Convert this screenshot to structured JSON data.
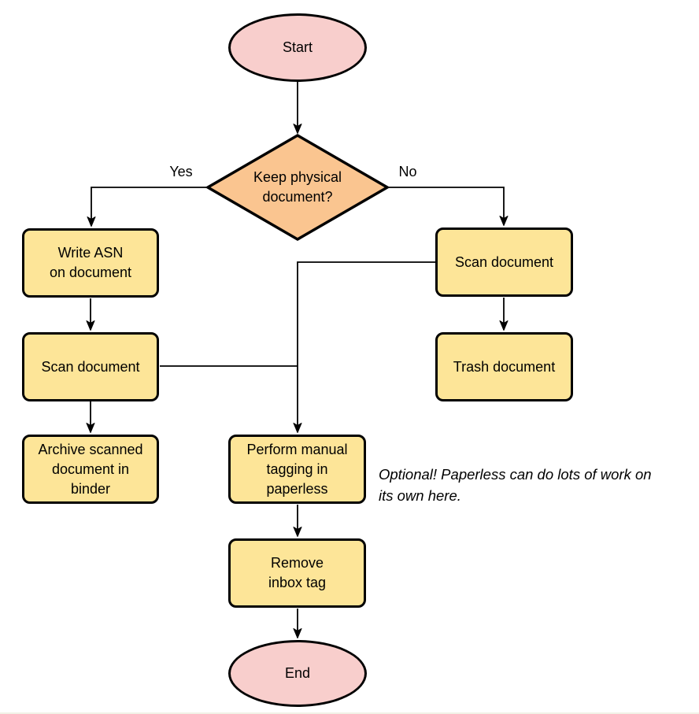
{
  "diagram_type": "flowchart",
  "nodes": {
    "start": {
      "type": "terminator",
      "label": "Start"
    },
    "decision": {
      "type": "decision",
      "label": "Keep physical\ndocument?"
    },
    "write_asn": {
      "type": "process",
      "label": "Write ASN\non document"
    },
    "scan_left": {
      "type": "process",
      "label": "Scan document"
    },
    "archive": {
      "type": "process",
      "label": "Archive scanned\ndocument in\nbinder"
    },
    "scan_right": {
      "type": "process",
      "label": "Scan document"
    },
    "trash": {
      "type": "process",
      "label": "Trash document"
    },
    "tagging": {
      "type": "process",
      "label": "Perform manual\ntagging in\npaperless"
    },
    "remove_inbox": {
      "type": "process",
      "label": "Remove\ninbox tag"
    },
    "end": {
      "type": "terminator",
      "label": "End"
    }
  },
  "edge_labels": {
    "yes": "Yes",
    "no": "No"
  },
  "note": "Optional! Paperless can do lots of work on\nits own here.",
  "edges": [
    {
      "from": "start",
      "to": "decision"
    },
    {
      "from": "decision",
      "to": "write_asn",
      "label": "Yes"
    },
    {
      "from": "decision",
      "to": "scan_right",
      "label": "No"
    },
    {
      "from": "write_asn",
      "to": "scan_left"
    },
    {
      "from": "scan_left",
      "to": "archive"
    },
    {
      "from": "scan_right",
      "to": "trash"
    },
    {
      "from": "scan_right",
      "to": "tagging"
    },
    {
      "from": "scan_left",
      "to": "tagging"
    },
    {
      "from": "tagging",
      "to": "remove_inbox"
    },
    {
      "from": "remove_inbox",
      "to": "end"
    }
  ],
  "colors": {
    "terminator_fill": "#f8cecc",
    "decision_fill": "#fac590",
    "process_fill": "#fde598",
    "stroke": "#000000",
    "background": "#ffffff"
  }
}
